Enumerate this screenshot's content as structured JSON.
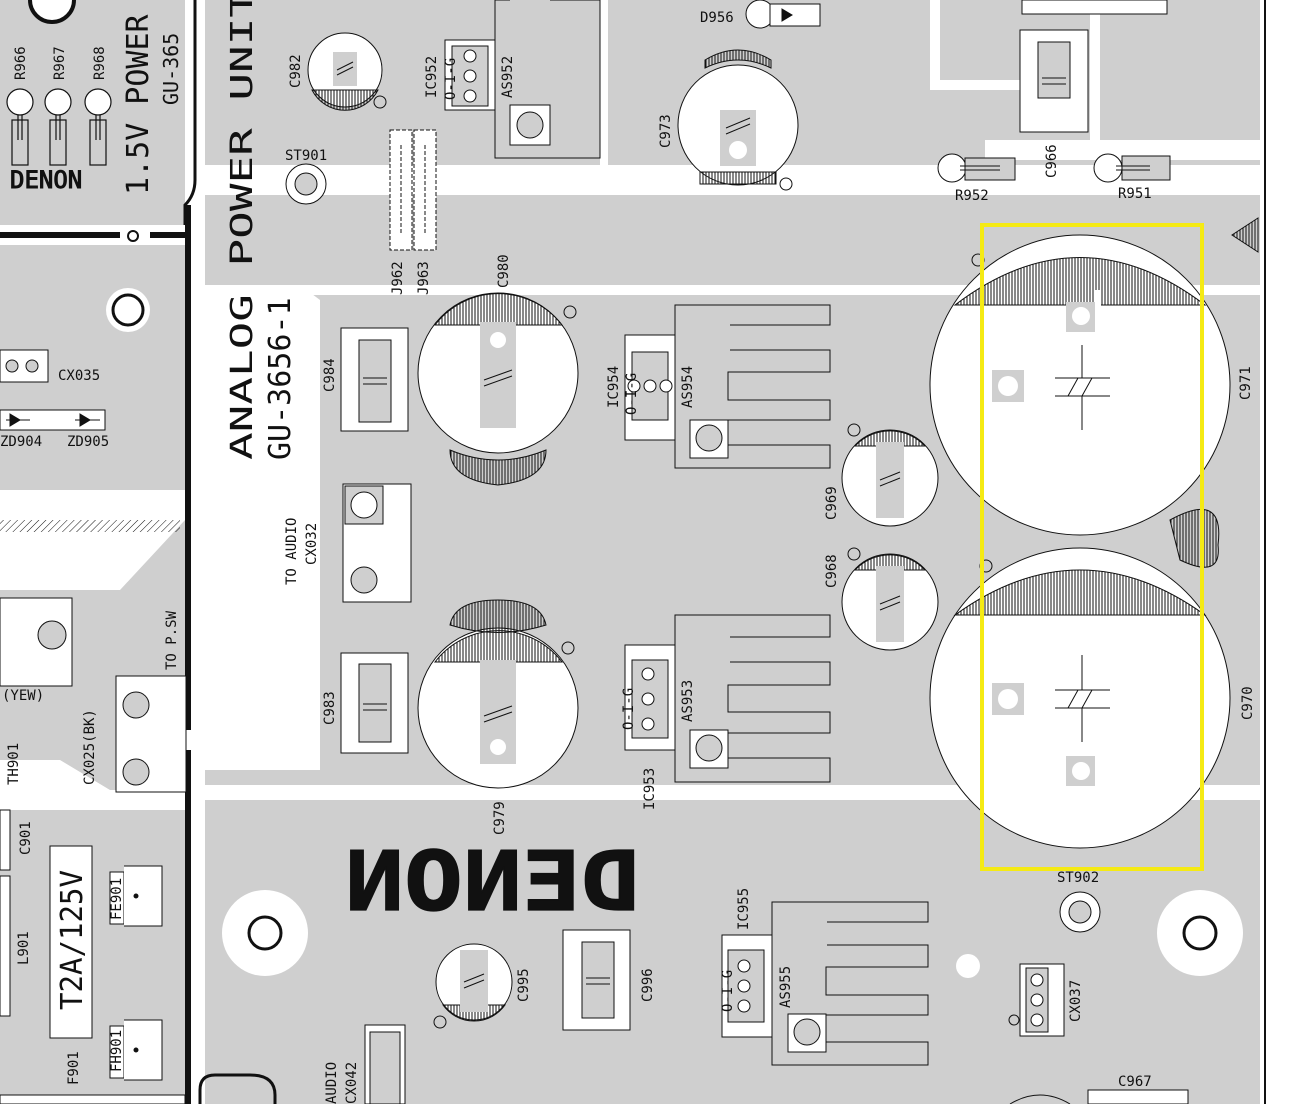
{
  "board": {
    "title_analog": "ANALOG POWER UNIT",
    "board_code": "GU-3656-1",
    "title_15v": "1.5V POWER UNIT",
    "board_code_partial": "GU-365",
    "brand_main": "DENON",
    "brand_small": "DENON",
    "fuse_rating": "T2A/125V",
    "highlight_color": "#f5ea14",
    "pcb_fill": "#cfcfcf",
    "trace_color": "#111111"
  },
  "labels": {
    "r966": "R966",
    "r967": "R967",
    "r968": "R968",
    "c982": "C982",
    "ic952": "IC952",
    "ic952_pins": "O-I-G",
    "as952": "AS952",
    "d956": "D956",
    "c973": "C973",
    "c966": "C966",
    "r952": "R952",
    "r951": "R951",
    "st901": "ST901",
    "j962": "J962",
    "j963": "J963",
    "c980": "C980",
    "c984": "C984",
    "ic954": "IC954",
    "ic954_pins": "O-I-G",
    "as954": "AS954",
    "c971": "C971",
    "c969": "C969",
    "c968": "C968",
    "c970": "C970",
    "cx035": "CX035",
    "zd904": "ZD904",
    "zd905": "ZD905",
    "to_audio": "TO AUDIO",
    "cx032": "CX032",
    "to_psw": "TO P.SW",
    "yew": "(YEW)",
    "cx025": "CX025(BK)",
    "th901": "TH901",
    "c983": "C983",
    "c979": "C979",
    "ic953": "IC953",
    "ic953_pins": "O-I-G",
    "as953": "AS953",
    "c901": "C901",
    "l901": "L901",
    "f901": "F901",
    "fe901": "FE901",
    "fh901": "FH901",
    "st902": "ST902",
    "ic955": "IC955",
    "ic955_pins": "O-I-G",
    "as955": "AS955",
    "c995": "C995",
    "c996": "C996",
    "cx037": "CX037",
    "audio": "AUDIO",
    "cx042": "CX042",
    "c967": "C967"
  }
}
